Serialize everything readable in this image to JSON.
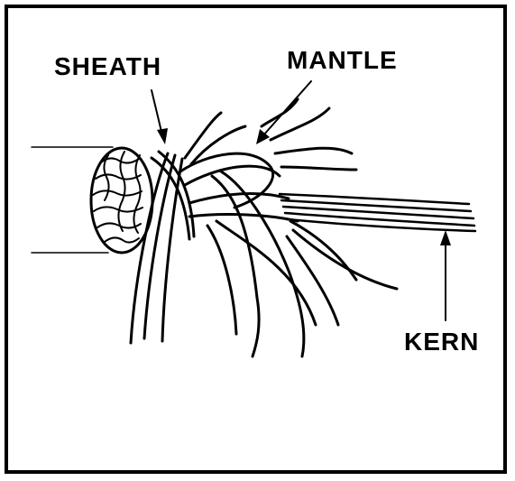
{
  "diagram": {
    "labels": {
      "sheath": "SHEATH",
      "mantle": "MANTLE",
      "kern": "KERN"
    }
  }
}
